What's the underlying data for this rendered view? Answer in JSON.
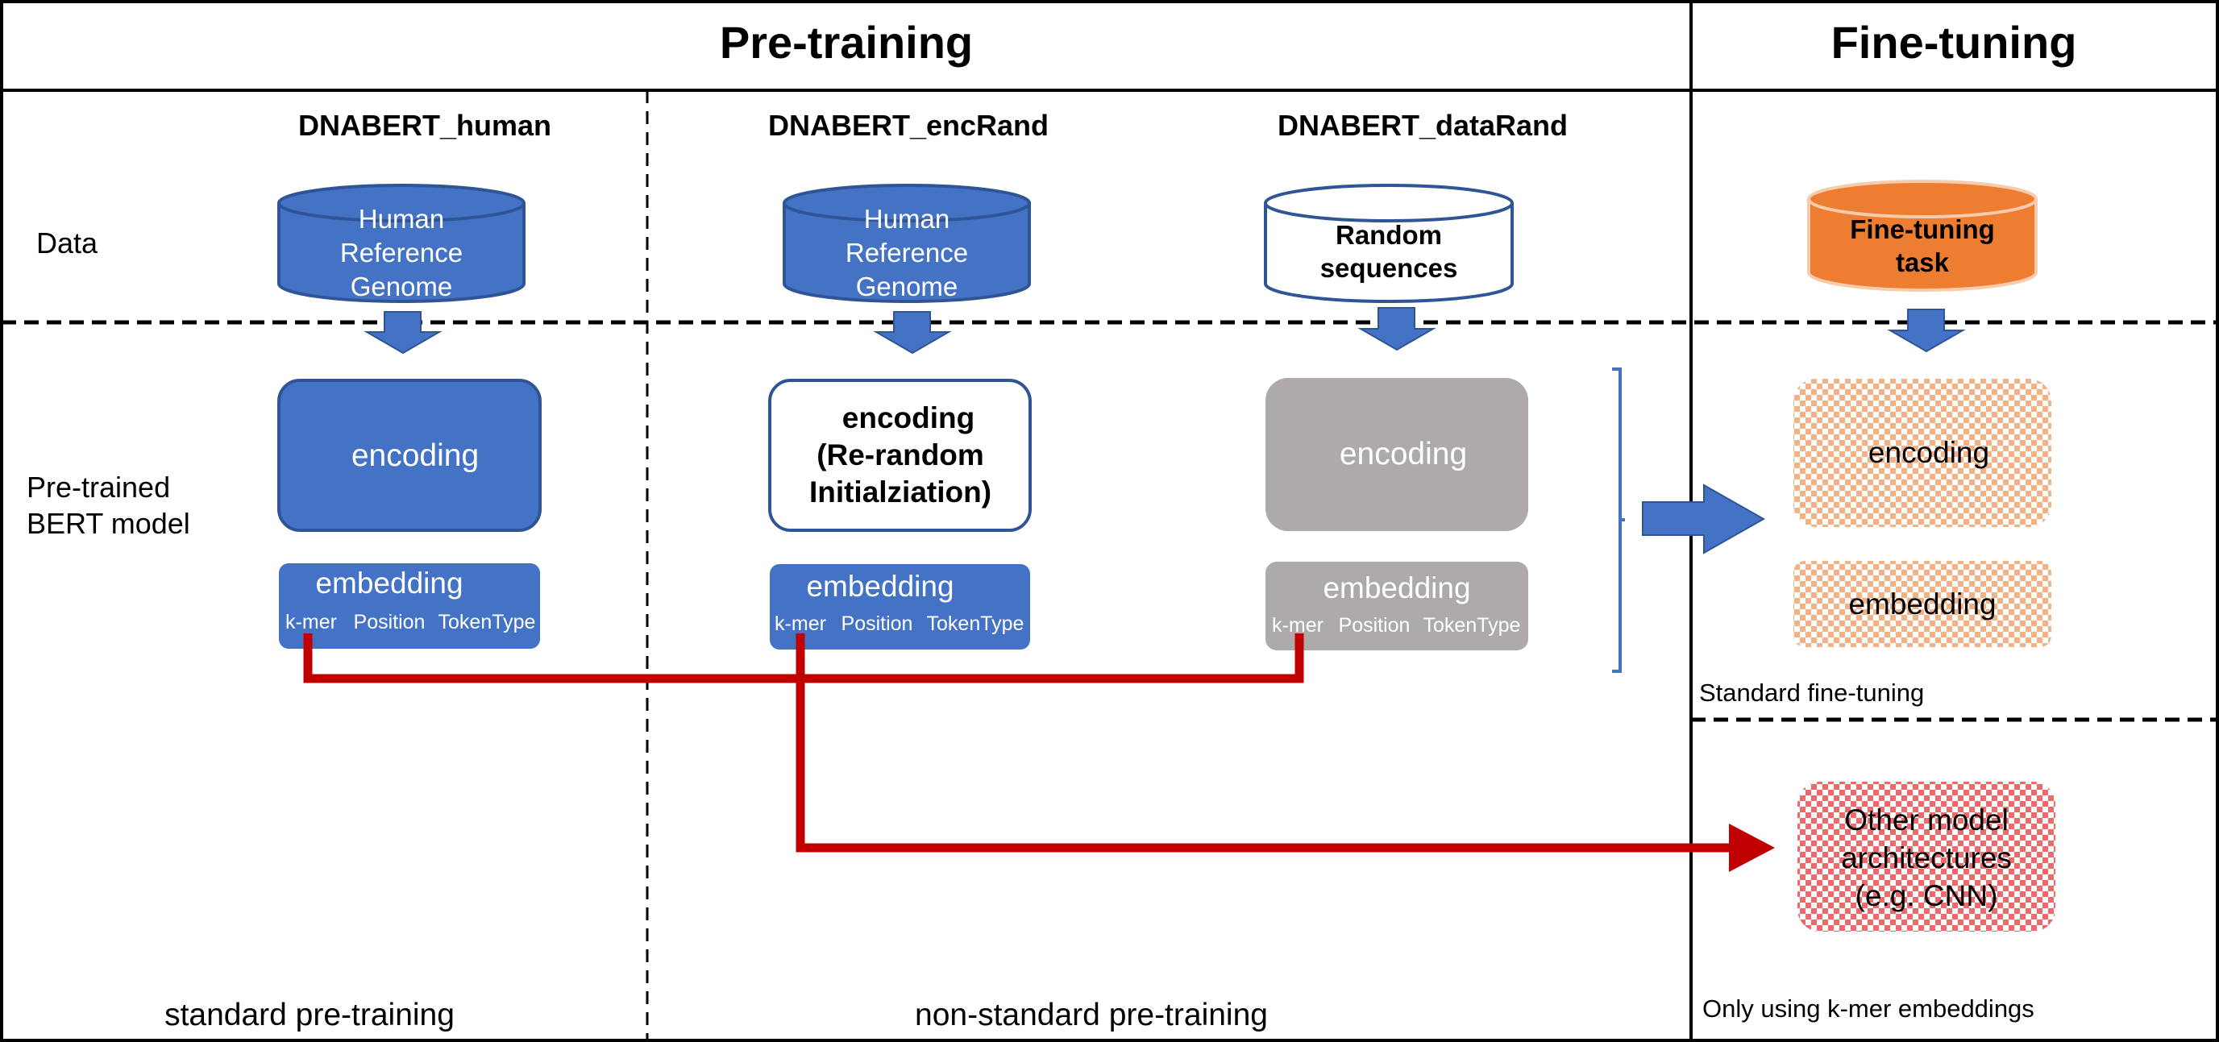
{
  "header": {
    "pretraining": "Pre-training",
    "finetuning": "Fine-tuning"
  },
  "models": [
    {
      "name": "DNABERT_human",
      "data_lines": [
        "Human",
        "Reference",
        "Genome"
      ],
      "encoding_lines": [
        "encoding"
      ],
      "embedding": "embedding",
      "tokens": [
        "k-mer",
        "Position",
        "TokenType"
      ]
    },
    {
      "name": "DNABERT_encRand",
      "data_lines": [
        "Human",
        "Reference",
        "Genome"
      ],
      "encoding_lines": [
        "encoding",
        "(Re-random",
        "Initialziation)"
      ],
      "embedding": "embedding",
      "tokens": [
        "k-mer",
        "Position",
        "TokenType"
      ]
    },
    {
      "name": "DNABERT_dataRand",
      "data_lines": [
        "Random",
        "sequences"
      ],
      "encoding_lines": [
        "encoding"
      ],
      "embedding": "embedding",
      "tokens": [
        "k-mer",
        "Position",
        "TokenType"
      ]
    }
  ],
  "row_labels": {
    "data": "Data",
    "model_line1": "Pre-trained",
    "model_line2": "BERT model"
  },
  "finetune": {
    "task_lines": [
      "Fine-tuning",
      "task"
    ],
    "encoding": "encoding",
    "embedding": "embedding",
    "standard_label": "Standard fine-tuning",
    "other_lines": [
      "Other model",
      "architectures",
      "(e.g. CNN)"
    ],
    "kmer_only_label": "Only using k-mer embeddings"
  },
  "footer": {
    "standard": "standard pre-training",
    "nonstandard": "non-standard pre-training"
  },
  "colors": {
    "blue": "#4472c4",
    "blue_dark": "#2f5597",
    "gray": "#aeaaaa",
    "orange": "#ed7d31",
    "red": "#c00000"
  }
}
